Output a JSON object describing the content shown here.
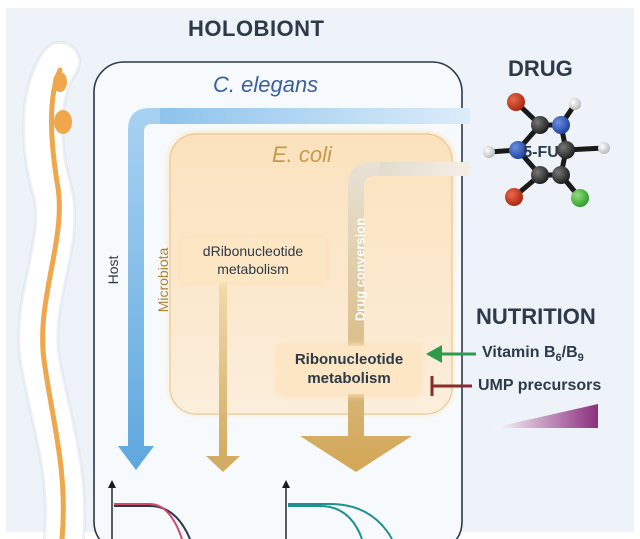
{
  "title": "HOLOBIONT",
  "host_organism": "C. elegans",
  "microbe": "E. coli",
  "arrows": {
    "host": "Host",
    "microbiota": "Microbiota",
    "drug_conversion": "Drug conversion"
  },
  "boxes": {
    "dribo_line1": "dRibonucleotide",
    "dribo_line2": "metabolism",
    "ribo_line1": "Ribonucleotide",
    "ribo_line2": "metabolism"
  },
  "drug": {
    "heading": "DRUG",
    "molecule_label": "5-FU"
  },
  "nutrition": {
    "heading": "NUTRITION",
    "vitamin_prefix": "Vitamin B",
    "vitamin_sub1": "6",
    "vitamin_slash": "/B",
    "vitamin_sub2": "9",
    "ump": "UMP precursors"
  },
  "watermark": "   ",
  "colors": {
    "background": "#eef3f9",
    "host_blue": "#6aaee0",
    "microbe_tan": "#d8b878",
    "ecoli_fill": "#fbe6c6",
    "worm_orange": "#f0a64a",
    "activate_green": "#2e9a4a",
    "inhibit_red": "#8a2a2a",
    "gradient_purple": "#8a2f7f"
  }
}
